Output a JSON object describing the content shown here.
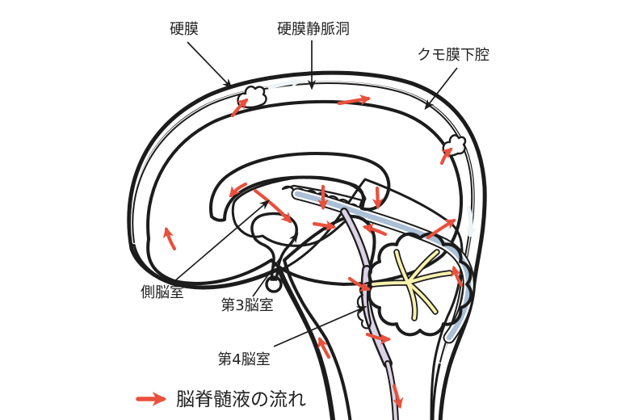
{
  "labels": {
    "dura_mater": "硬膜",
    "dural_venous_sinus": "硬膜静脈洞",
    "subarachnoid_space": "クモ膜下腔",
    "lateral_ventricle": "側脳室",
    "third_ventricle": "第3脳室",
    "fourth_ventricle": "第4脳室"
  },
  "legend": {
    "arrow_icon": "right-arrow",
    "text": "脳脊髄液の流れ"
  },
  "palette": {
    "dura_sinus_blue": "#a9c0d6",
    "subarachnoid_gray": "#9c9c9c",
    "brain_pink": "#f6c1bc",
    "brainstem_yellow": "#f9f2ad",
    "ventricle_lavender": "#dcd2e6",
    "choroid_plexus_green": "#a5d6ac",
    "csf_arrow_red": "#e8513d",
    "venous_arrow_white": "#eef3f7",
    "outline_black": "#1c1c1c",
    "label_text": "#222222"
  }
}
